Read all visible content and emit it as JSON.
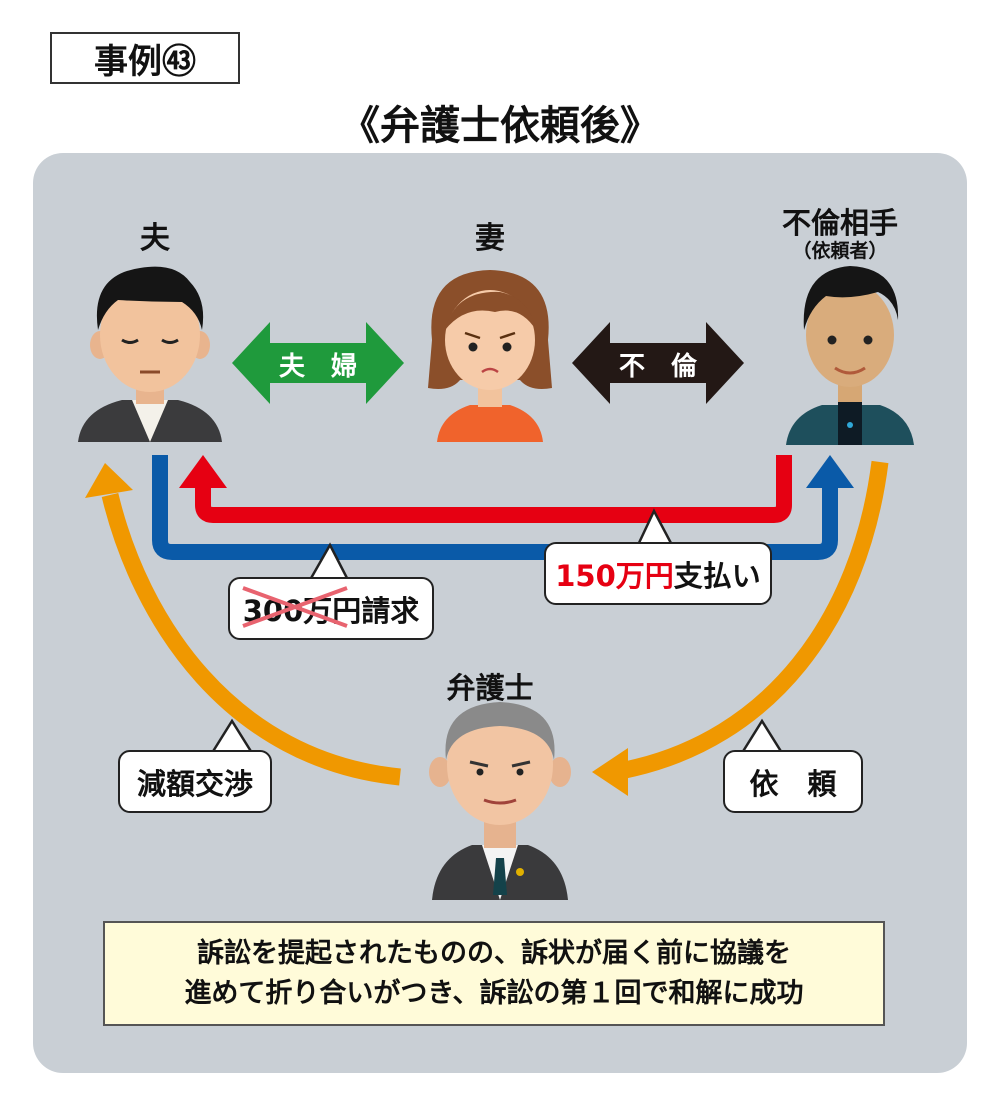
{
  "case_label": "事例㊸",
  "title": "《弁護士依頼後》",
  "people": {
    "husband": {
      "label": "夫"
    },
    "wife": {
      "label": "妻"
    },
    "partner": {
      "label": "不倫相手",
      "sublabel": "（依頼者）"
    },
    "lawyer": {
      "label": "弁護士"
    }
  },
  "relations": {
    "couple": "夫　婦",
    "affair": "不　倫"
  },
  "bubbles": {
    "claim_amount": "300万円",
    "claim_suffix": "請求",
    "payment_amount": "150万円",
    "payment_suffix": "支払い",
    "negotiation": "減額交渉",
    "request": "依　頼"
  },
  "note": {
    "line1": "訴訟を提起されたものの、訴状が届く前に協議を",
    "line2": "進めて折り合いがつき、訴訟の第１回で和解に成功"
  },
  "colors": {
    "panel": "#c9cfd5",
    "green_arrow": "#1f9a3c",
    "black_arrow": "#231815",
    "red_arrow": "#e60012",
    "blue_arrow": "#0a5aa8",
    "orange_arrow": "#f09800",
    "red_text": "#e60012"
  }
}
